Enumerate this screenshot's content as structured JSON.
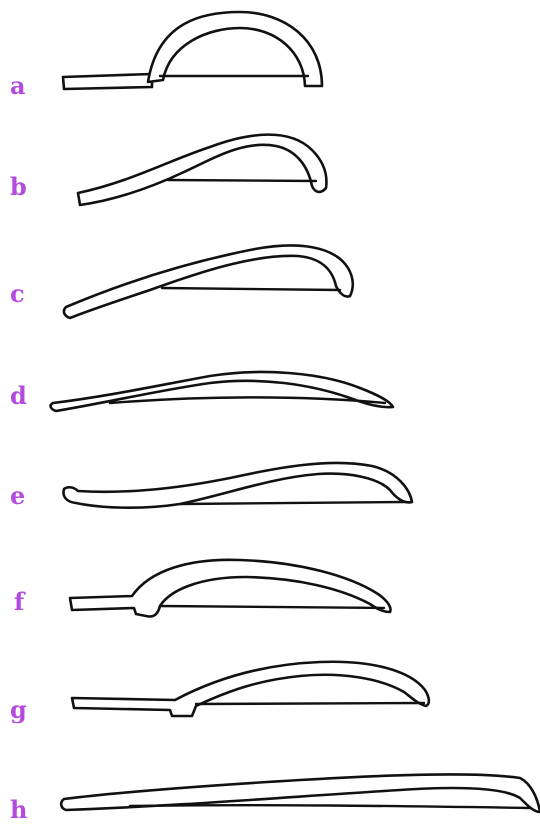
{
  "figure": {
    "labels": [
      "a",
      "b",
      "c",
      "d",
      "e",
      "f",
      "g",
      "h"
    ],
    "label_color": "#b44be1",
    "stroke_color": "#111111"
  }
}
